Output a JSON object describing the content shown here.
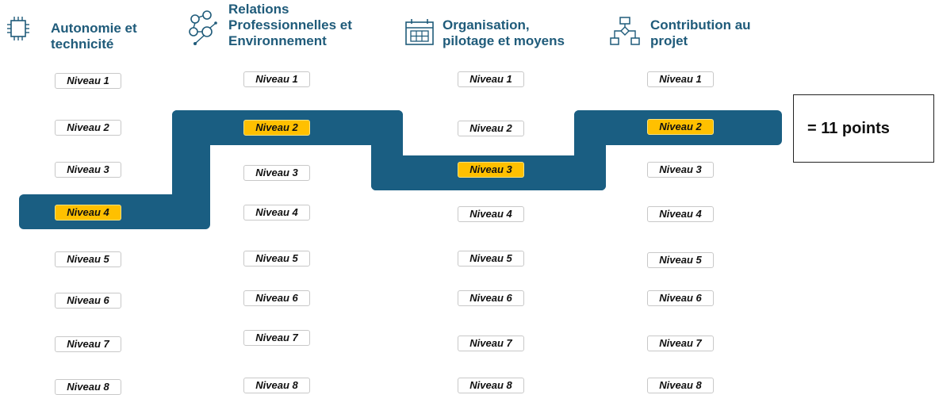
{
  "columns": [
    {
      "title": "Autonomie et\ntechnicité",
      "icon": "chip-icon",
      "selected": 4
    },
    {
      "title": "Relations\nProfessionnelles et\nEnvironnement",
      "icon": "network-icon",
      "selected": 2
    },
    {
      "title": "Organisation,\npilotage et moyens",
      "icon": "calendar-grid-icon",
      "selected": 3
    },
    {
      "title": "Contribution au\nprojet",
      "icon": "flowchart-icon",
      "selected": 2
    }
  ],
  "levels": [
    "Niveau 1",
    "Niveau 2",
    "Niveau 3",
    "Niveau 4",
    "Niveau 5",
    "Niveau 6",
    "Niveau 7",
    "Niveau 8"
  ],
  "result": "= 11 points",
  "colors": {
    "heading": "#1f5b7a",
    "band": "#1a5e82",
    "selected": "#ffc000"
  }
}
